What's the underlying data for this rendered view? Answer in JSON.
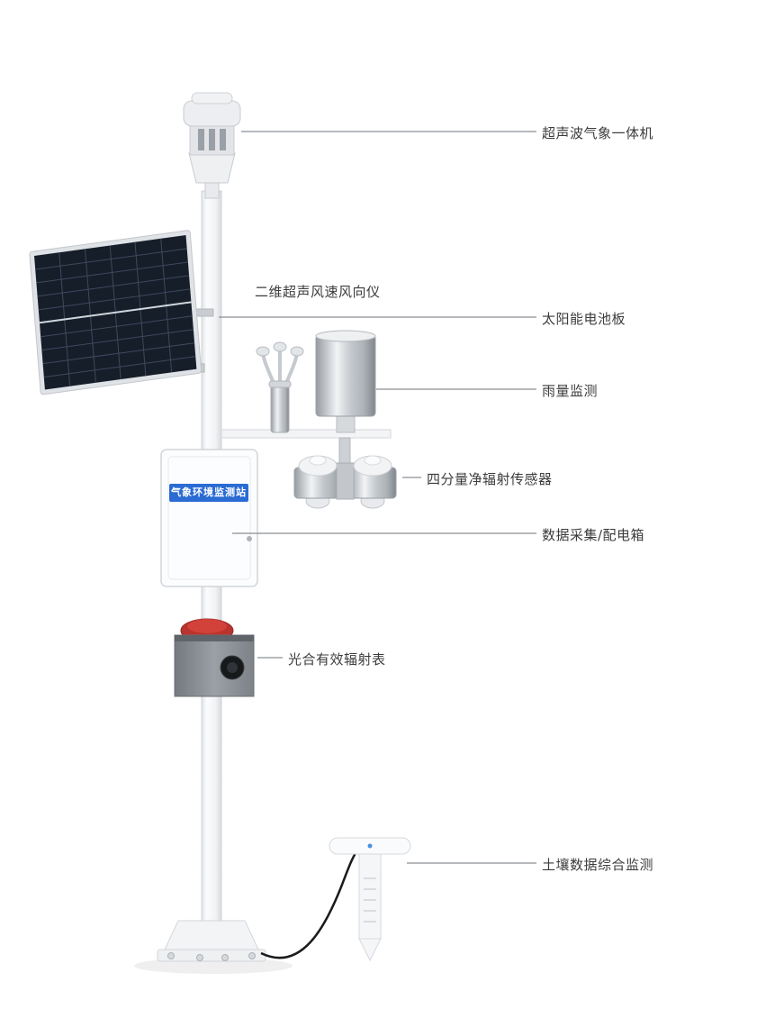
{
  "diagram": {
    "type": "product-callout-diagram",
    "subject": "weather-environment-monitoring-station"
  },
  "station": {
    "panel_label": "气象环境监测站"
  },
  "labels": {
    "ultrasonic": "超声波气象一体机",
    "wind": "二维超声风速风向仪",
    "solar": "太阳能电池板",
    "rain": "雨量监测",
    "radiation": "四分量净辐射传感器",
    "databox": "数据采集/配电箱",
    "par": "光合有效辐射表",
    "soil": "土壤数据综合监测"
  },
  "colors": {
    "background": "#ffffff",
    "label_text": "#3c3c3c",
    "leader_line": "#8a8f94",
    "box_label_bg": "#2a6bd4",
    "box_label_text": "#ffffff",
    "solar_panel_dark": "#161e29",
    "par_cap_red": "#b9342e",
    "cable_black": "#1b1b1b"
  }
}
